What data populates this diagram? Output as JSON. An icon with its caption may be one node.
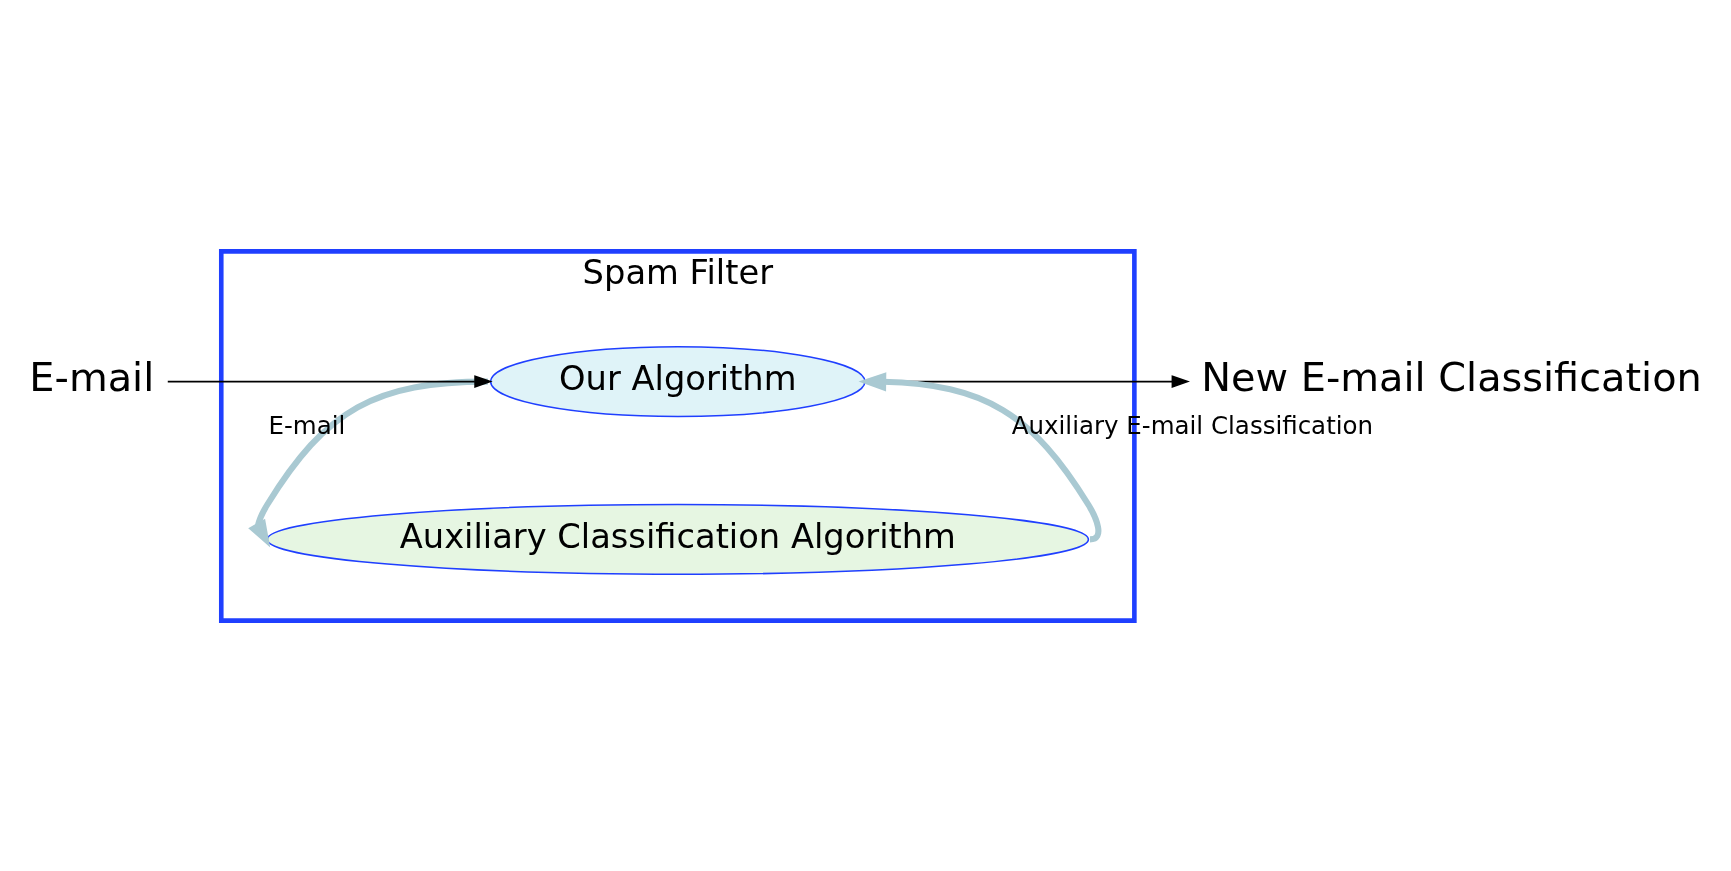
{
  "diagram": {
    "nodes": [
      {
        "text": [
          "Spam Filter"
        ]
      },
      {
        "text": [
          "Our Algorithm"
        ],
        "in": 0
      },
      {
        "text": [
          "Auxiliary Classification Algorithm"
        ],
        "in": 0
      },
      {
        "text": [
          "E-mail"
        ]
      },
      {
        "text": [
          "New E-mail Classification"
        ]
      }
    ],
    "edges": [
      {
        "from": 3,
        "to": 1,
        "arrow": "to"
      },
      {
        "from": 1,
        "to": 4,
        "arrow": "to"
      },
      {
        "from": 1,
        "to": 2,
        "arrow": "to",
        "label": "E-mail",
        "style": "thick",
        "color": "#a9c9d2"
      },
      {
        "from": 2,
        "to": 1,
        "arrow": "to",
        "label": "Auxiliary E-mail Classification",
        "style": "thick",
        "color": "#a9c9d2"
      }
    ]
  }
}
